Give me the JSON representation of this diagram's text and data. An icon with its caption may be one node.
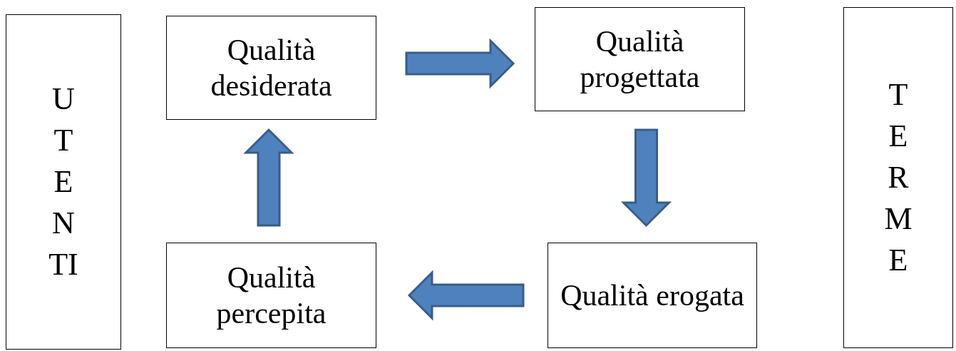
{
  "diagram": {
    "nodes": [
      {
        "text": [
          "UTENTI"
        ]
      },
      {
        "text": [
          "Qualità desiderata"
        ]
      },
      {
        "text": [
          "Qualità progettata"
        ]
      },
      {
        "text": [
          "TERME"
        ]
      },
      {
        "text": [
          "Qualità percepita"
        ]
      },
      {
        "text": [
          "Qualità erogata"
        ]
      }
    ],
    "edges": [
      {
        "from": 1,
        "to": 2,
        "arrow": "to"
      },
      {
        "from": 2,
        "to": 5,
        "arrow": "to"
      },
      {
        "from": 5,
        "to": 4,
        "arrow": "to"
      },
      {
        "from": 4,
        "to": 1,
        "arrow": "to"
      }
    ]
  }
}
